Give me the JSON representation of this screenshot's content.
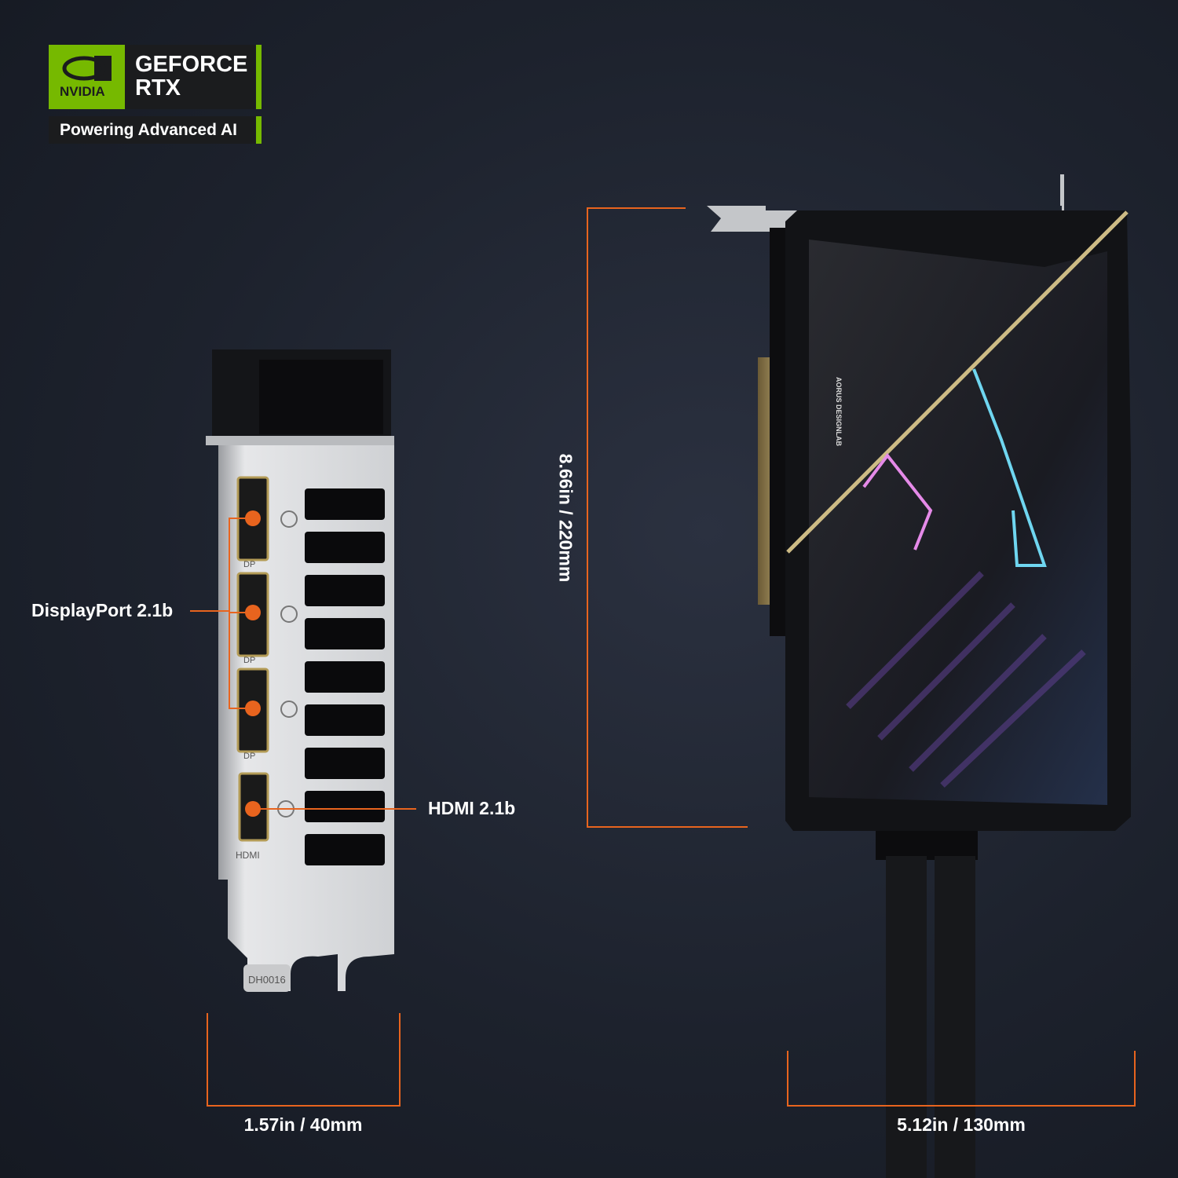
{
  "badge": {
    "brand": "NVIDIA",
    "product_line_1": "GEFORCE",
    "product_line_2": "RTX",
    "tagline": "Powering Advanced AI",
    "brand_color": "#76b900"
  },
  "callouts": {
    "displayport": "DisplayPort 2.1b",
    "hdmi": "HDMI 2.1b",
    "accent_color": "#e8641e"
  },
  "bracket": {
    "port_labels": [
      "DP",
      "DP",
      "DP",
      "HDMI"
    ],
    "part_code": "DH0016"
  },
  "card": {
    "logo_text": "AORUS DESIGNLAB"
  },
  "dimensions": {
    "height": "8.66in / 220mm",
    "bracket_width": "1.57in / 40mm",
    "card_width": "5.12in / 130mm"
  }
}
